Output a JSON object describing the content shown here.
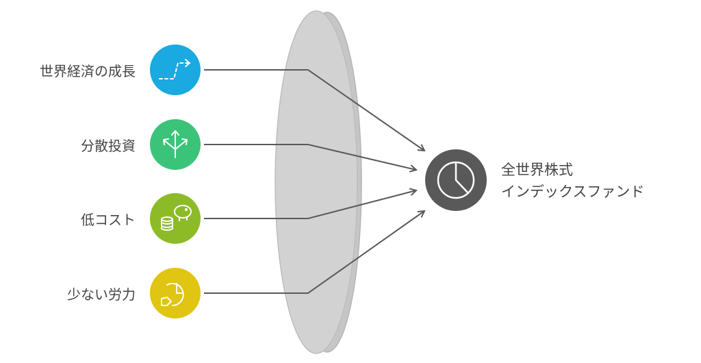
{
  "inputs": [
    {
      "label": "世界経済の成長",
      "icon": "trend-arrow-icon",
      "color": "#1aa9e0"
    },
    {
      "label": "分散投資",
      "icon": "split-arrows-icon",
      "color": "#3cc37a"
    },
    {
      "label": "低コスト",
      "icon": "piggy-bank-coins-icon",
      "color": "#8dbb28"
    },
    {
      "label": "少ない労力",
      "icon": "clock-hand-icon",
      "color": "#e0c512"
    }
  ],
  "result": {
    "line1": "全世界株式",
    "line2": "インデックスファンド",
    "icon": "pie-clock-icon",
    "color": "#595959"
  },
  "lens_color": "#cfcfcf",
  "arrow_color": "#595959"
}
